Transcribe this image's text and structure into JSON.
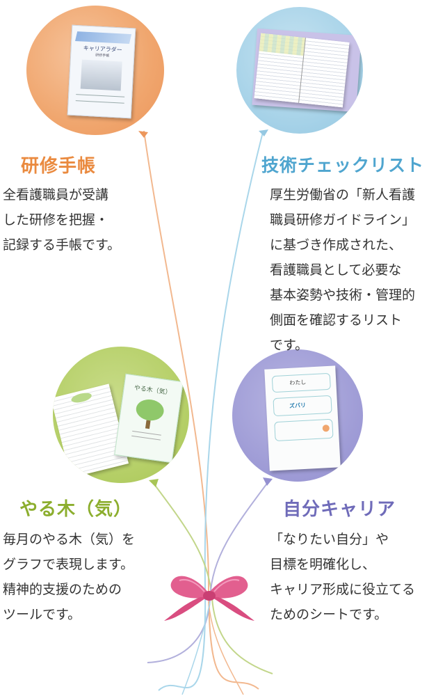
{
  "items": [
    {
      "title": "研修手帳",
      "lines": [
        "全看護職員が受講",
        "した研修を把握・",
        "記録する手帳です。"
      ],
      "color": "#ea8a3f",
      "image_text": [
        "キャリアラダー",
        "研修手帳"
      ]
    },
    {
      "title": "技術チェックリスト",
      "lines": [
        "厚生労働省の「新人看護",
        "職員研修ガイドライン」",
        "に基づき作成された、",
        "看護職員として必要な",
        "基本姿勢や技術・管理的",
        "側面を確認するリスト",
        "です。"
      ],
      "color": "#4fa5cf"
    },
    {
      "title": "やる木（気）",
      "lines": [
        "毎月のやる木（気）を",
        "グラフで表現します。",
        "精神的支援のための",
        "ツールです。"
      ],
      "color": "#8cae2e",
      "image_text": [
        "やる木（気）"
      ]
    },
    {
      "title": "自分キャリア",
      "lines": [
        "「なりたい自分」や",
        "目標を明確化し、",
        "キャリア形成に役立てる",
        "ためのシートです。"
      ],
      "color": "#6f6bb9",
      "image_text": [
        "わたし",
        "ズバリ"
      ]
    }
  ],
  "ribbon_color": "#e05a8c"
}
